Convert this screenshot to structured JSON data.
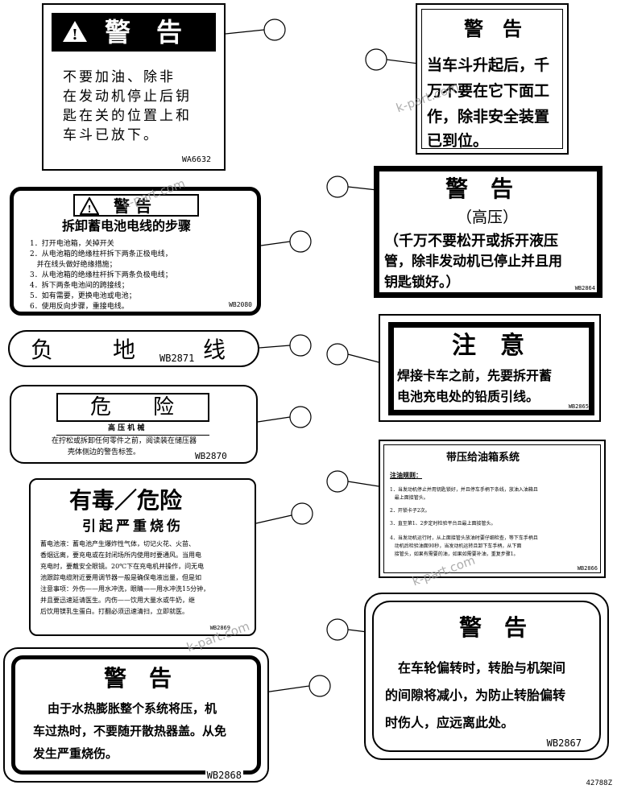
{
  "drawing_code": "42788Z",
  "watermark": "k-part.com",
  "labels": {
    "l1": {
      "title_icon": "!",
      "title": "警　告",
      "lines": [
        "不要加油、除非",
        "在发动机停止后钥",
        "匙在关的位置上和",
        "车斗已放下。"
      ],
      "code": "WA6632"
    },
    "l2": {
      "title": "警　告",
      "lines": [
        "当车斗升起后，千",
        "万不要在它下面工",
        "作，除非安全装置",
        "已到位。"
      ]
    },
    "l3": {
      "title_icon": "!",
      "title": "警 告",
      "subtitle": "拆卸蓄电池电线的步骤",
      "lines": [
        "1．打开电池箱，关掉开关",
        "2．从电池箱的绝缘柱杆拆下两条正极电线，",
        "   并在线头做好绝缘措施；",
        "3．从电池箱的绝缘柱杆拆下两条负极电线；",
        "4．拆下两条电池间的跨接线；",
        "5．如有需要，更换电池或电池；",
        "6．使用反向步骤，重接电线。"
      ],
      "code": "WB2080"
    },
    "l4": {
      "title": "警　告",
      "subtitle": "（高压）",
      "lines": [
        "（千万不要松开或拆开液压",
        "管，除非发动机已停止并且用",
        "钥匙锁好。）"
      ],
      "code": "WB2864"
    },
    "l5": {
      "chars": [
        "负",
        "地",
        "线"
      ],
      "code": "WB2871"
    },
    "l6": {
      "title": "注　意",
      "lines": [
        "焊接卡车之前，先要拆开蓄",
        "电池充电处的铅质引线。"
      ],
      "code": "WB2865"
    },
    "l7": {
      "title": "危　　险",
      "subtitle": "高 压 机 械",
      "lines": [
        "在拧松或拆卸任何零件之前，阅读装在储压器",
        "壳体侧边的警告标签。"
      ],
      "code": "WB2870"
    },
    "l8": {
      "title": "带压给油箱系统",
      "section": "注油规则：",
      "lines": [
        "1．当发动机停止并用钥匙锁好，并且停车手柄下条线，放油入油箱且",
        "   最上面接管头。",
        "2．开锁卡子2次。",
        "3．直至第1、2步定时检验平台且最上面接管头。",
        "4．当发动机运行时，从上面接管头放油时要仔细检查，等下车手柄且",
        "   动机后检验油面90秒，当发动机运转且卸下车手柄，从下面",
        "   接管头，如果有需要的油，如果如需要补油，重复步骤1。"
      ],
      "code": "WB2866"
    },
    "l9": {
      "title": "有毒／危险",
      "subtitle": "引起严重烧伤",
      "lines": [
        "蓄电池液：蓄电池产生爆炸性气体，切记火花、火苗、",
        "香烟远离，要充电或在封闭场所内使用时要通风。当用电",
        "充电时，要戴安全眼镜。20℃下在充电机并操作，问无电",
        "池跟踪电缆附近要用调节器一般是确保电液出量，但是如",
        "注意事项：外伤——用水冲洗，眼睛——用水冲洗15分钟，",
        "并且要迅速延请医生。内伤——饮用大量水或牛奶，继",
        "后饮用镁乳生蛋白。打翻必须迅速清扫，立即就医。"
      ],
      "code": "WB2869"
    },
    "l10": {
      "title": "警　告",
      "lines": [
        "在车轮偏转时，转胎与机架间",
        "的间隙将减小，为防止转胎偏转",
        "时伤人，应远离此处。"
      ],
      "code": "WB2867"
    },
    "l11": {
      "title": "警　告",
      "lines": [
        "由于水热膨胀整个系统将压，机",
        "车过热时，不要随开散热器盖。从免",
        "发生严重烧伤。"
      ],
      "code": "WB2868"
    }
  }
}
